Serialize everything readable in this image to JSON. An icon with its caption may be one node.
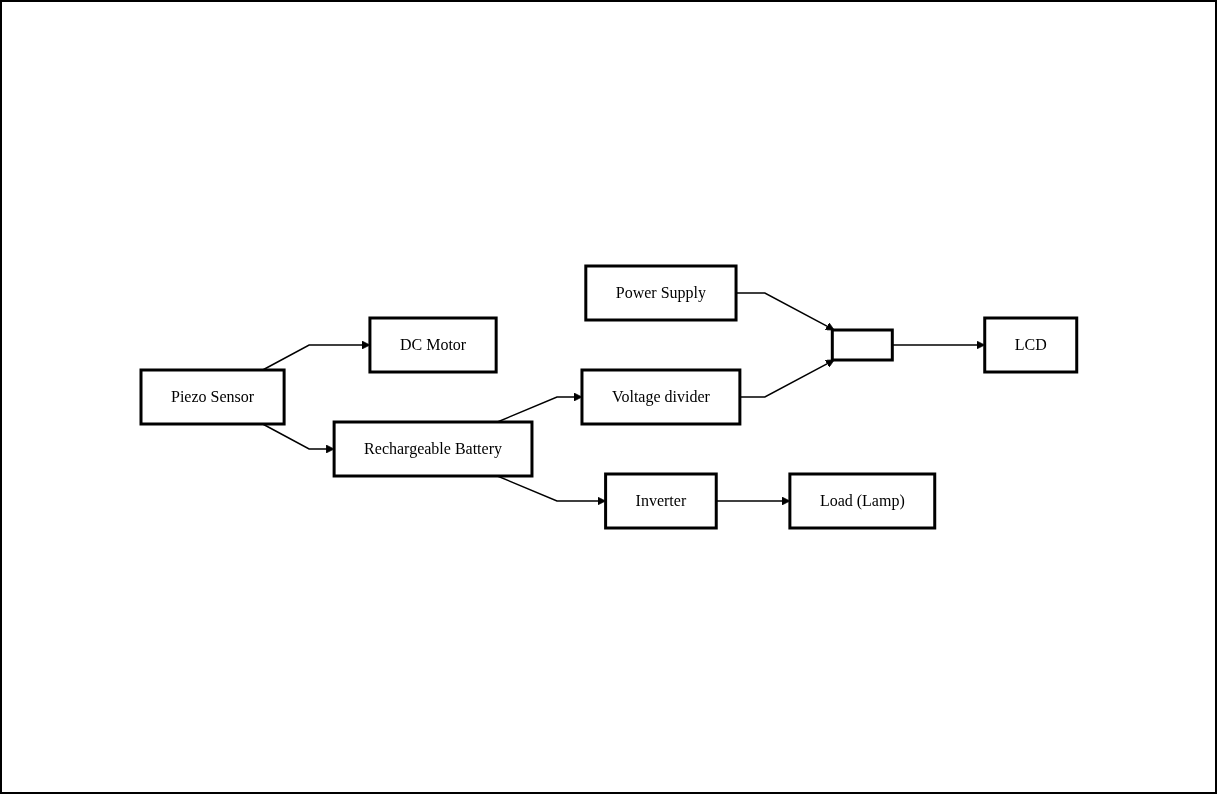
{
  "diagram": {
    "nodes": [
      {
        "text": [
          "Power Supply"
        ]
      },
      {
        "text": [
          "LCD"
        ]
      },
      {
        "text": [
          "Piezo Sensor"
        ]
      },
      {
        "text": [],
        "shape": "box"
      },
      {
        "text": [
          "DC Motor"
        ]
      },
      {
        "text": [
          "Voltage divider"
        ]
      },
      {
        "text": [
          "Rechargeable Battery"
        ]
      },
      {
        "text": [
          "Inverter"
        ]
      },
      {
        "text": [
          "Load (Lamp)"
        ]
      }
    ],
    "edges": [
      {
        "from": 2,
        "to": 6,
        "arrow": "to"
      },
      {
        "from": 2,
        "to": 4,
        "arrow": "to"
      },
      {
        "from": 0,
        "to": 3,
        "arrow": "to"
      },
      {
        "from": 3,
        "to": 1,
        "arrow": "to"
      },
      {
        "from": 5,
        "to": 3,
        "arrow": "to"
      },
      {
        "from": 6,
        "to": 5,
        "arrow": "to"
      },
      {
        "from": 6,
        "to": 7,
        "arrow": "to"
      },
      {
        "from": 7,
        "to": 8,
        "arrow": "to"
      }
    ]
  }
}
